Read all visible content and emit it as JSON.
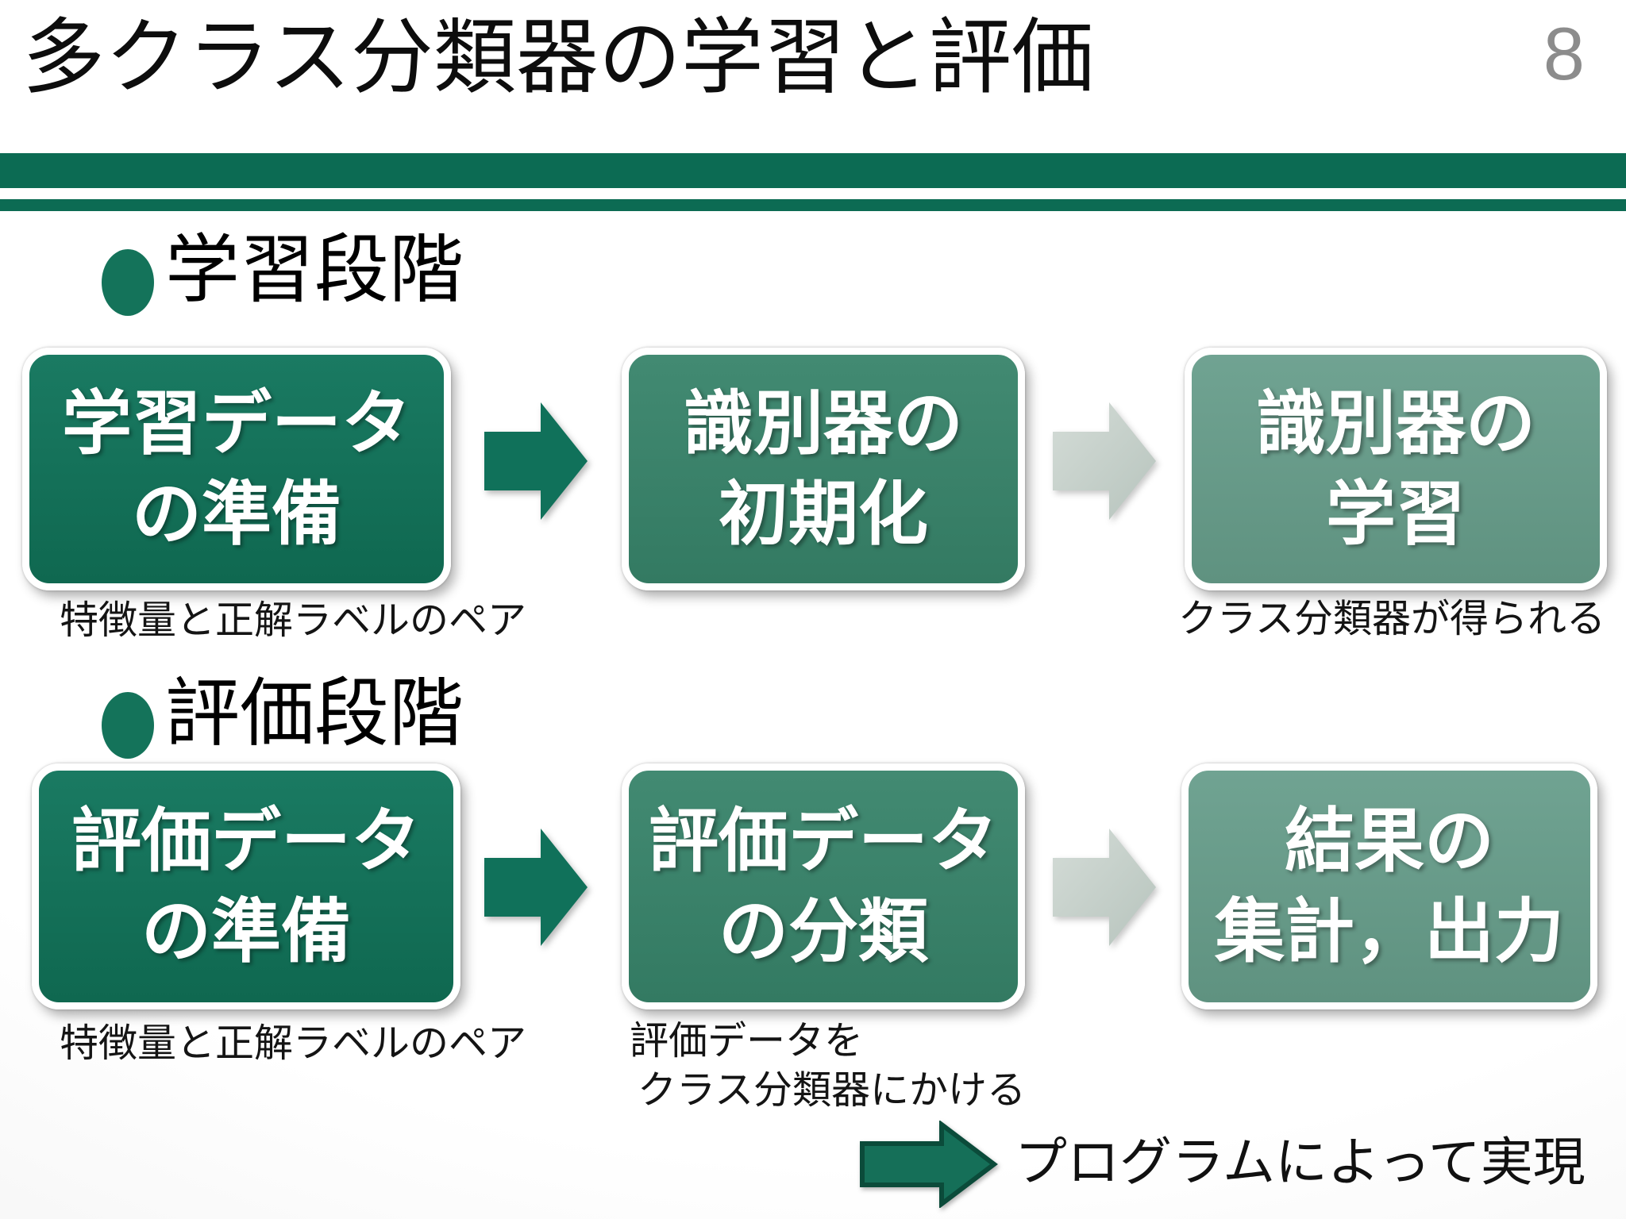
{
  "slide": {
    "title": "多クラス分類器の学習と評価",
    "page_number": "8"
  },
  "sections": {
    "learning": {
      "heading": "学習段階",
      "box1": {
        "line1": "学習データ",
        "line2": "の準備"
      },
      "box2": {
        "line1": "識別器の",
        "line2": "初期化"
      },
      "box3": {
        "line1": "識別器の",
        "line2": "学習"
      },
      "caption_left": "特徴量と正解ラベルのペア",
      "caption_right": "クラス分類器が得られる"
    },
    "evaluation": {
      "heading": "評価段階",
      "box1": {
        "line1": "評価データ",
        "line2": "の準備"
      },
      "box2": {
        "line1": "評価データ",
        "line2": "の分類"
      },
      "box3": {
        "line1": "結果の",
        "line2": "集計，出力"
      },
      "caption_left": "特徴量と正解ラベルのペア",
      "caption_mid_line1": "評価データを",
      "caption_mid_line2": "クラス分類器にかける"
    }
  },
  "legend": {
    "label": "プログラムによって実現"
  },
  "colors": {
    "accent_bar_green": "#0C6B53",
    "box_dark_green": "#147059",
    "box_medium_green": "#3A836C",
    "box_sage_green": "#689B89",
    "arrow_dark_green": "#10715A",
    "arrow_light_gray_green": "#C6D0CA",
    "legend_arrow_border": "#0B4B3A",
    "page_number_gray": "#8C8C8C"
  }
}
